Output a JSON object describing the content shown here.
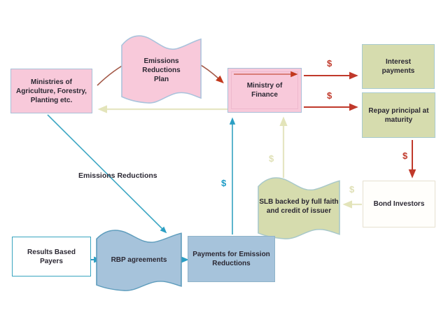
{
  "diagram_title": "",
  "symbols": {
    "dollar": "$"
  },
  "nodes": {
    "ministries": {
      "type": "box",
      "lines": [
        "Ministries of",
        "Agriculture, Forestry,",
        "Planting etc."
      ]
    },
    "plan": {
      "type": "wave",
      "lines": [
        "Emissions",
        "Reductions",
        "Plan"
      ]
    },
    "mof": {
      "type": "box",
      "lines": [
        "Ministry of",
        "Finance"
      ]
    },
    "interest": {
      "type": "box",
      "lines": [
        "Interest",
        "payments"
      ]
    },
    "repay": {
      "type": "box",
      "lines": [
        "Repay principal at",
        "maturity"
      ]
    },
    "bond": {
      "type": "box",
      "lines": [
        "Bond Investors"
      ]
    },
    "slb": {
      "type": "wave",
      "lines": [
        "SLB backed by full faith",
        "and credit of issuer"
      ]
    },
    "payments": {
      "type": "box",
      "lines": [
        "Payments for Emission",
        "Reductions"
      ]
    },
    "rbp_wave": {
      "type": "wave",
      "lines": [
        "RBP agreements"
      ]
    },
    "rbp_payers": {
      "type": "box",
      "lines": [
        "Results Based",
        "Payers"
      ]
    }
  },
  "labels": {
    "emissions_reductions": "Emissions Reductions"
  },
  "colors": {
    "pink_fill": "#f8c9da",
    "olive_fill": "#d6dcae",
    "blue_fill": "#a6c3db",
    "pink_border": "#a9bfd8",
    "teal_border": "#38a4bf",
    "tan_border": "#e6e0d0",
    "red_arrow": "#c0392b",
    "curve_red_line": "#a45a49",
    "teal_arrow": "#2b9fc4",
    "cream_arrow": "#e6e6c3",
    "text": "#2b2833"
  }
}
